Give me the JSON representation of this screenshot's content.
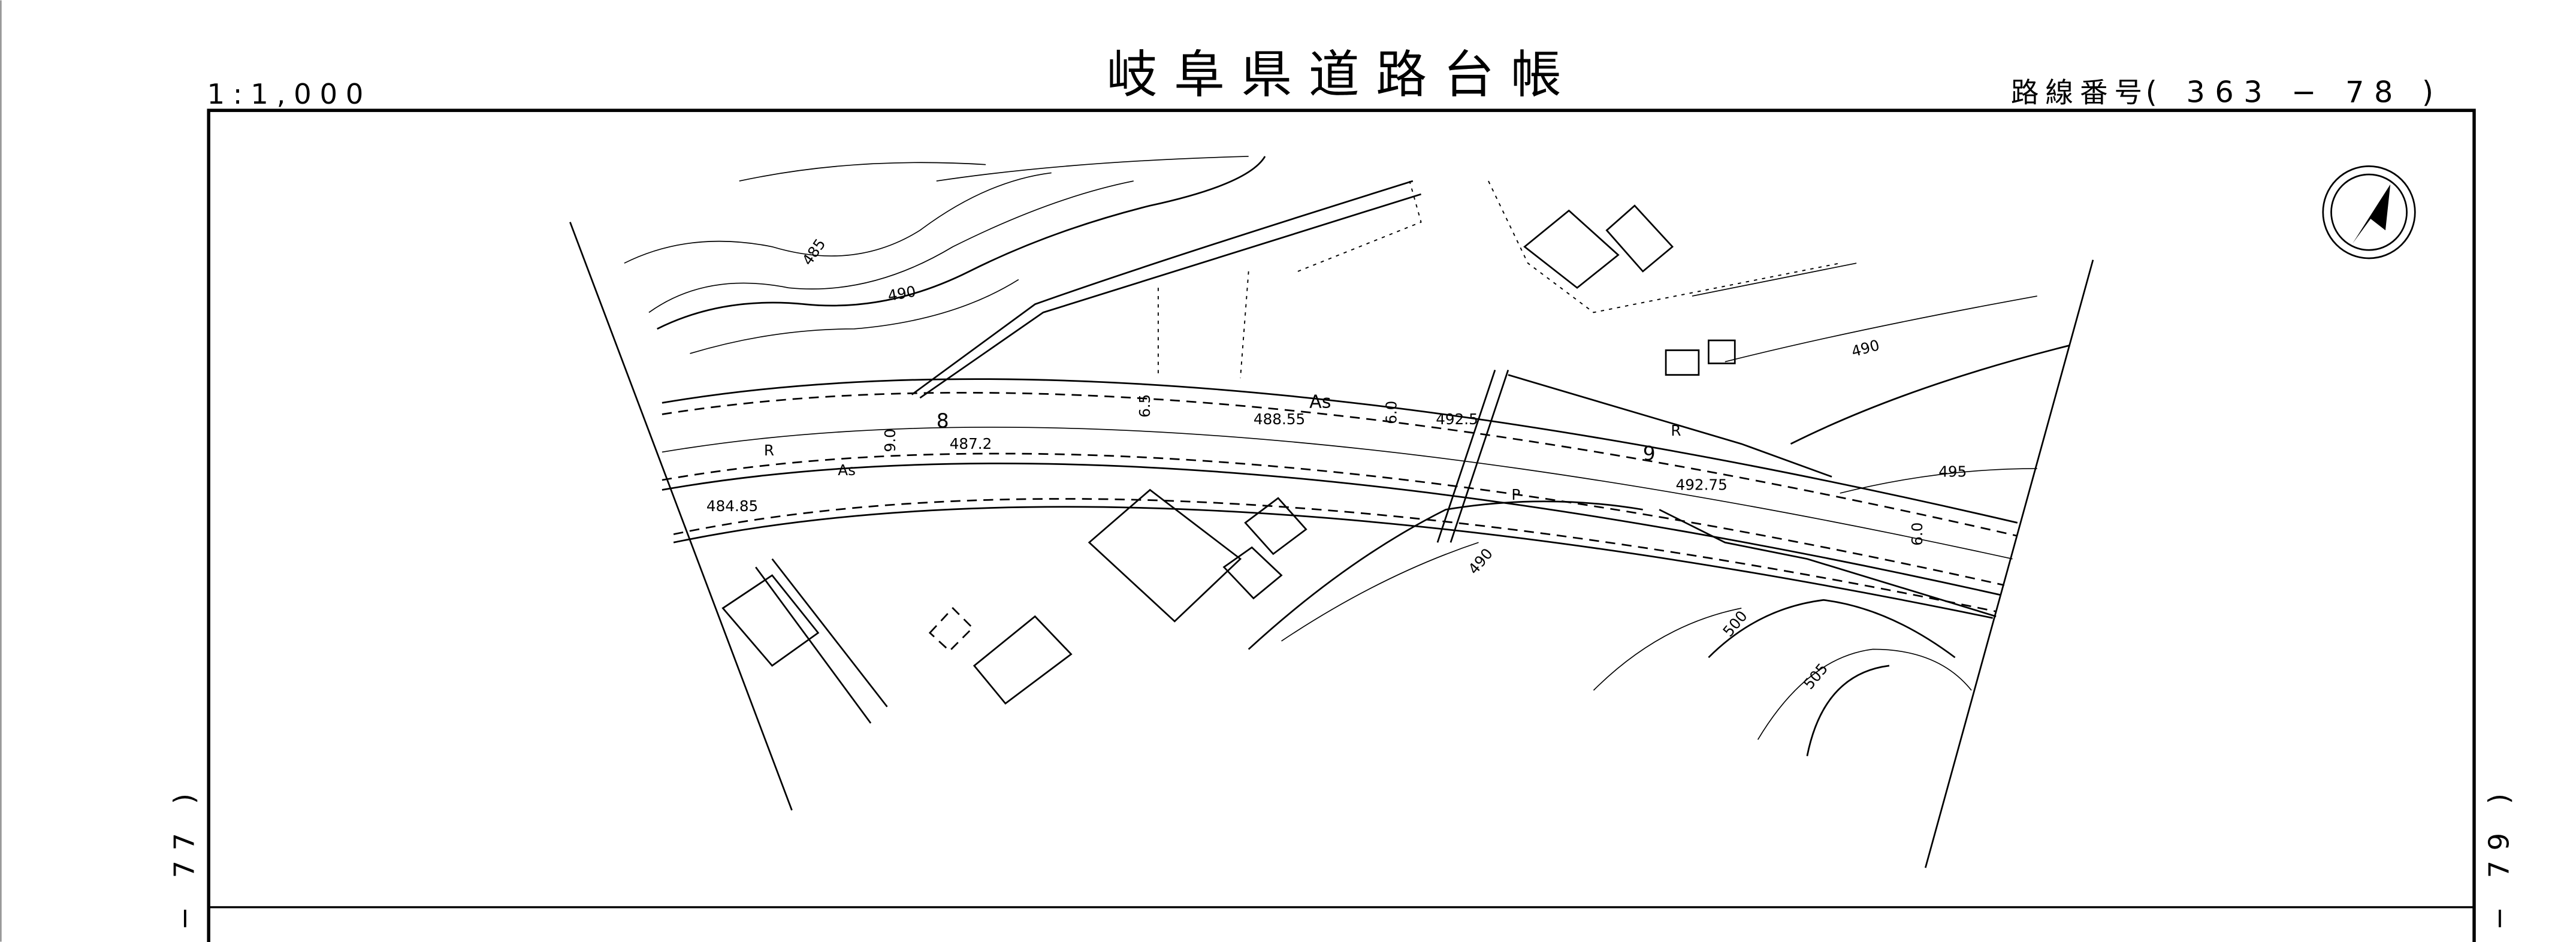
{
  "header": {
    "title": "岐阜県道路台帳",
    "scale": "1:1,000",
    "route_number_label": "路線番号",
    "route_number": "( 363 − 78 )"
  },
  "side_labels": {
    "left": "− 77 )",
    "right": "− 79 )"
  },
  "map": {
    "contours": [
      "485",
      "490",
      "490",
      "490",
      "495",
      "500",
      "505"
    ],
    "surface_labels": [
      "As",
      "As",
      "R",
      "R",
      "P"
    ],
    "stations": [
      "8",
      "9"
    ],
    "elevations": [
      "484.85",
      "487.2",
      "488.55",
      "492.5",
      "492.75"
    ],
    "widths": [
      "9.0",
      "6.5",
      "6.0",
      "6.0"
    ],
    "north_arrow": "north-arrow-icon"
  }
}
